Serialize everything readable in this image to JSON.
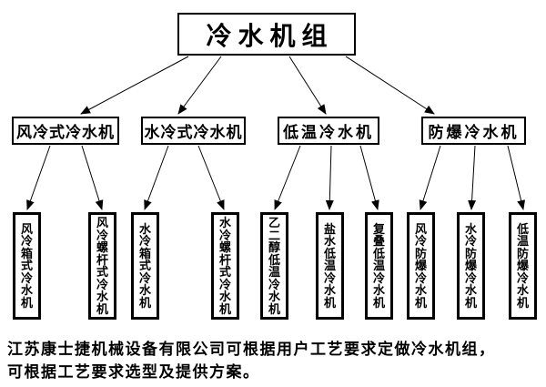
{
  "tree": {
    "root": "冷水机组",
    "branches": [
      {
        "label": "风冷式冷水机",
        "children": [
          "风冷箱式冷水机",
          "风冷螺杆式冷水机"
        ]
      },
      {
        "label": "水冷式冷水机",
        "children": [
          "水冷箱式冷水机",
          "水冷螺杆式冷水机"
        ]
      },
      {
        "label": "低温冷水机",
        "children": [
          "乙二醇低温冷水机",
          "盐水低温冷水机",
          "复叠低温冷水机"
        ]
      },
      {
        "label": "防爆冷水机",
        "children": [
          "风冷防爆冷水机",
          "水冷防爆冷水机",
          "低温防爆冷水机"
        ]
      }
    ]
  },
  "footer": {
    "line1": "江苏康士捷机械设备有限公司可根据用户工艺要求定做冷水机组，",
    "line2": "可根据工艺要求选型及提供方案。"
  },
  "colors": {
    "background": "#ffffff",
    "line": "#000000",
    "border": "#000000",
    "text": "#000000"
  }
}
